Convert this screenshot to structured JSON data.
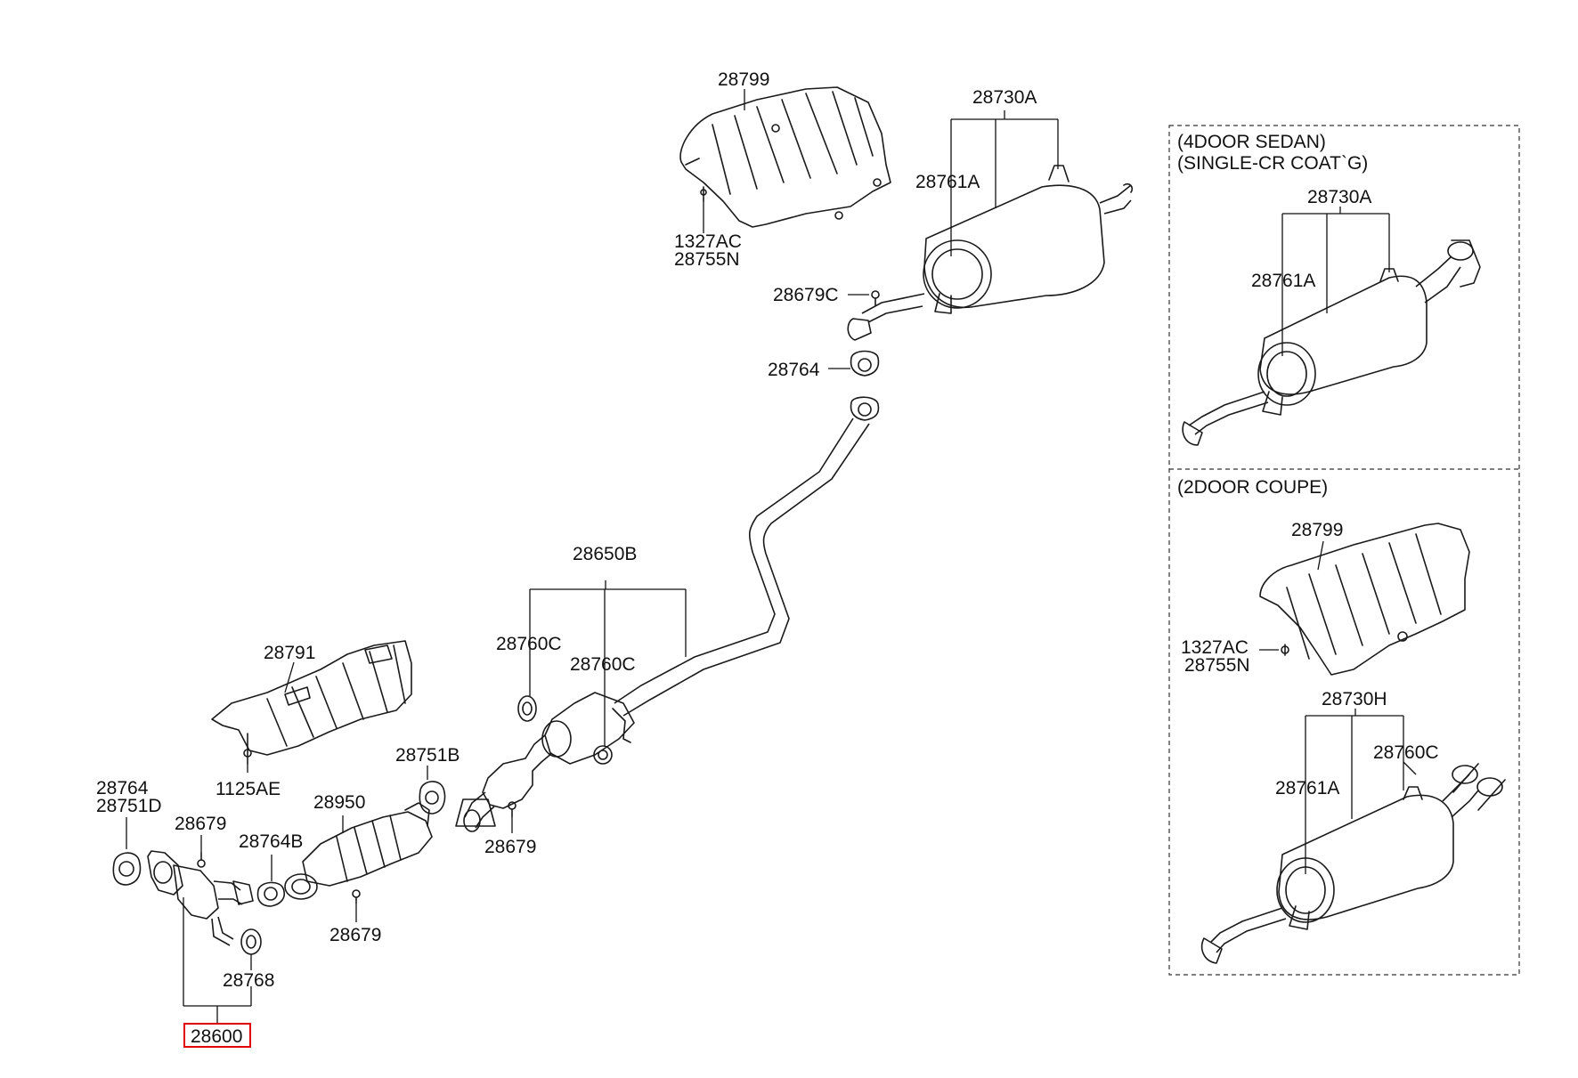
{
  "labels": {
    "shield_rear": "28799",
    "shield_rear_bolt1": "1327AC",
    "shield_rear_bolt2": "28755N",
    "muffler_assy": "28730A",
    "muffler_hanger": "28761A",
    "nut_rear": "28679C",
    "gasket_rear": "28764",
    "center_pipe": "28650B",
    "hanger_c1": "28760C",
    "hanger_c2": "28760C",
    "shield_front": "28791",
    "shield_front_bolt": "1125AE",
    "gasket_front": "28751B",
    "nut_mid": "28679",
    "cat_conv": "28950",
    "gasket_cat": "28764B",
    "nut_cat": "28679",
    "manifold_gasket1": "28764",
    "manifold_gasket2": "28751D",
    "nut_manifold": "28679",
    "hanger_front": "28768",
    "front_pipe_assy": "28600"
  },
  "inset_sedan": {
    "title1": "(4DOOR SEDAN)",
    "title2": "(SINGLE-CR COAT`G)",
    "muffler_assy": "28730A",
    "muffler_hanger": "28761A"
  },
  "inset_coupe": {
    "title": "(2DOOR COUPE)",
    "shield": "28799",
    "bolt1": "1327AC",
    "bolt2": "28755N",
    "muffler_assy": "28730H",
    "hanger": "28760C",
    "muffler_hanger": "28761A"
  },
  "colors": {
    "line": "#1a1a1a",
    "highlight": "#e00000",
    "background": "#ffffff"
  }
}
